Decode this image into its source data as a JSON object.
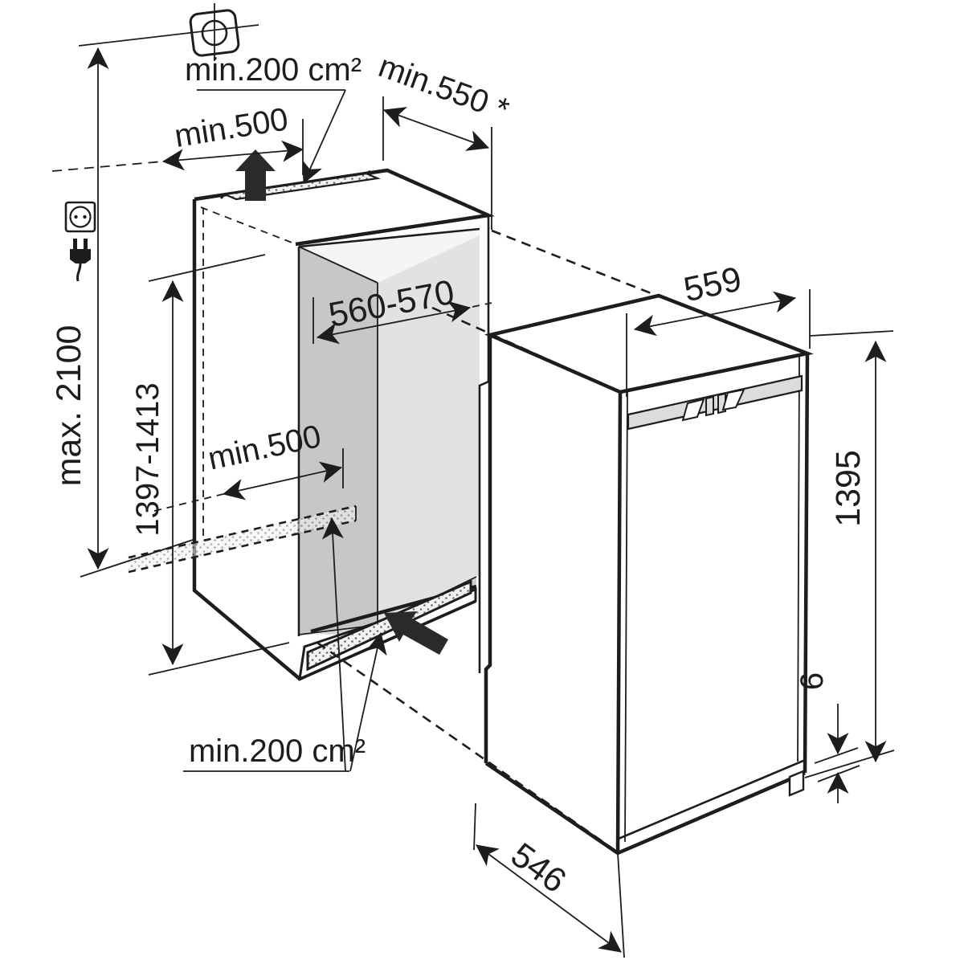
{
  "title": "Built-in appliance niche installation diagram",
  "colors": {
    "line": "#1d1d1b",
    "background": "#ffffff",
    "niche_left_wall": "#c7c7c7",
    "niche_back_wall": "#e2e2e2",
    "niche_floor": "#d2d2d2",
    "vent_fill": "#f2f2f2",
    "grille_fill": "#dcdcdc",
    "arrow_fill": "#2a2a2a"
  },
  "dimensions": {
    "ceiling_vent_area": "min.200 cm²",
    "top_clearance": "min.500",
    "niche_depth": "min.550 *",
    "socket_height": "max. 2100",
    "niche_height": "1397-1413",
    "niche_width": "560-570",
    "floor_vent_clearance": "min.500",
    "floor_vent_area": "min.200 cm²",
    "appliance_width": "559",
    "appliance_height": "1395",
    "door_bottom_gap": "6",
    "appliance_depth": "546"
  },
  "icons": [
    {
      "name": "power-socket-icon",
      "meaning": "electrical socket position"
    },
    {
      "name": "power-plug-icon",
      "meaning": "mains plug"
    },
    {
      "name": "ceiling-datum-icon",
      "meaning": "ceiling reference point"
    },
    {
      "name": "airflow-up-arrow-icon",
      "meaning": "air outlet at top"
    },
    {
      "name": "airflow-inlet-arrow-icon",
      "meaning": "air inlet at plinth"
    }
  ]
}
